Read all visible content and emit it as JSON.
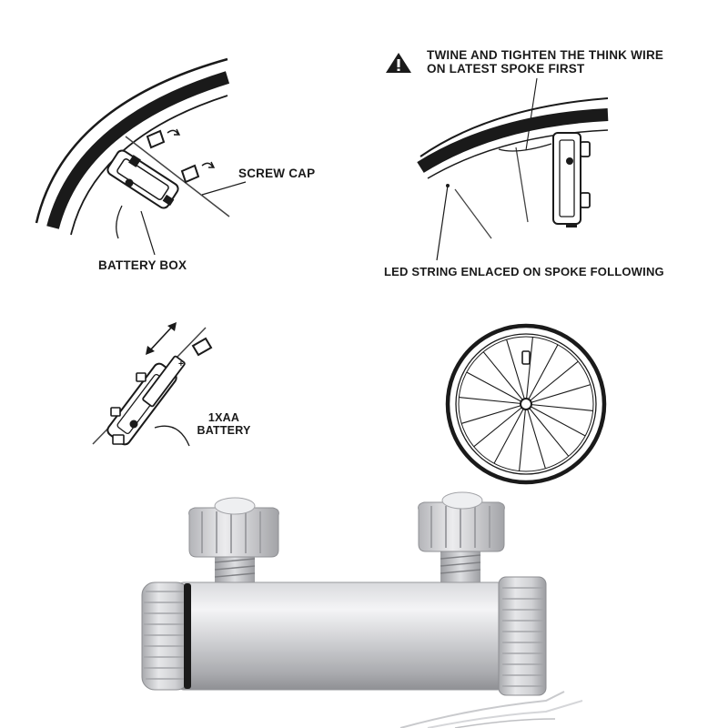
{
  "labels": {
    "screw_cap": "SCREW CAP",
    "battery_box": "BATTERY BOX",
    "warning_line1": "TWINE AND TIGHTEN THE THINK WIRE",
    "warning_line2": "ON LATEST SPOKE FIRST",
    "led_string": "LED  STRING  ENLACED ON SPOKE FOLLOWING",
    "battery_line1": "1XAA",
    "battery_line2": "BATTERY",
    "battery_plus": "+"
  },
  "icons": {
    "warning": "warning-triangle-icon",
    "slide_arrow": "double-arrow-icon"
  },
  "colors": {
    "line": "#1a1a1a",
    "metal_light": "#e8e8ea",
    "metal_mid": "#c4c5c8",
    "metal_dark": "#8d8e92"
  }
}
